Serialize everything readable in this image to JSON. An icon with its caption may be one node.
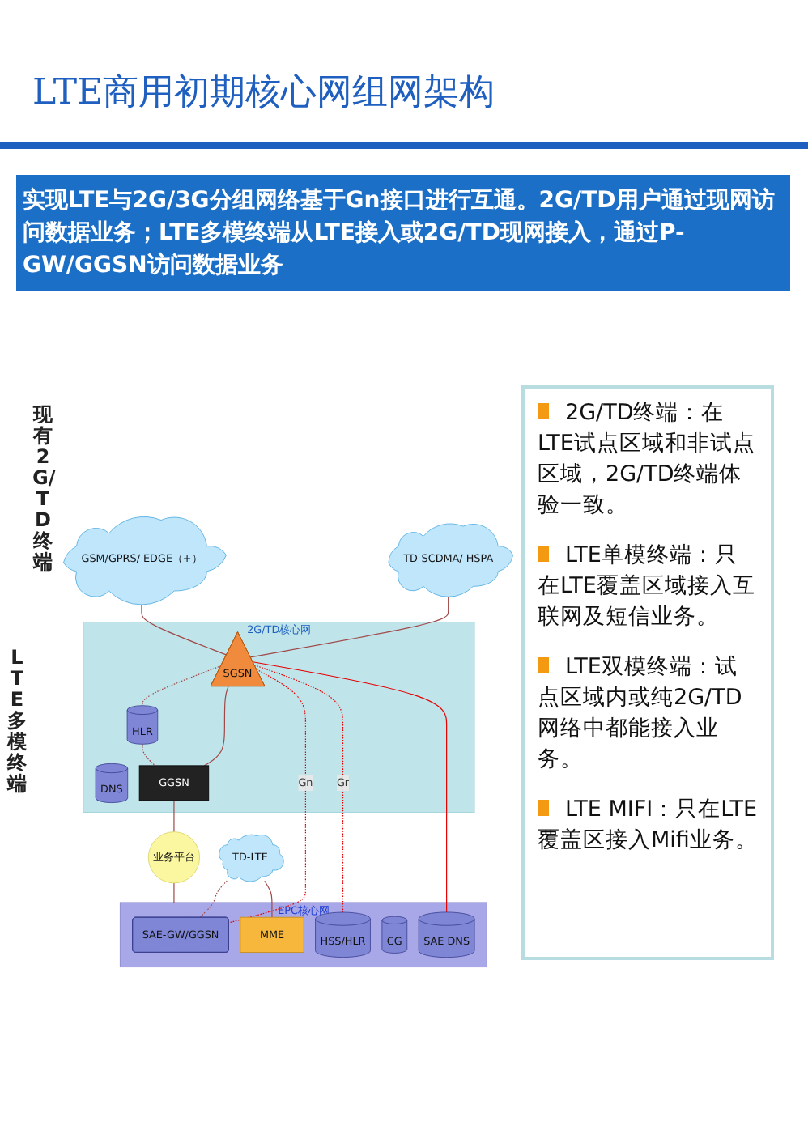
{
  "diagram": {
    "title": "LTE商用初期核心网组网架构",
    "nodes": [
      {
        "text": [
          "2G/TD核心网"
        ]
      },
      {
        "text": [
          "DNS"
        ],
        "in": 0
      },
      {
        "text": [
          "HLR"
        ],
        "in": 0
      },
      {
        "text": [
          "SGSN"
        ],
        "in": 0
      },
      {
        "text": [
          "GGSN"
        ],
        "in": 0
      },
      {
        "text": [
          "业务平台"
        ]
      },
      {
        "text": [
          "EPC核心网"
        ]
      },
      {
        "text": [
          "SAE-GW/GGSN"
        ],
        "in": 6
      },
      {
        "text": [
          "HSS/HLR"
        ],
        "in": 6
      },
      {
        "text": [
          "SAE DNS"
        ],
        "in": 6
      },
      {
        "text": [
          "CG"
        ],
        "in": 6
      },
      {
        "text": [
          "MME"
        ],
        "in": 6
      },
      {
        "text": [
          "GSM/GPRS/ EDGE（+）"
        ]
      },
      {
        "text": [
          "TD-SCDMA/ HSPA"
        ]
      },
      {
        "text": [
          "TD-LTE"
        ]
      }
    ],
    "edges": [
      {
        "from": 12,
        "to": 3,
        "arrow": "none"
      },
      {
        "from": 13,
        "to": 3,
        "arrow": "none"
      },
      {
        "from": 3,
        "to": 2,
        "arrow": "none",
        "style": "dashed"
      },
      {
        "from": 3,
        "to": 4,
        "arrow": "none"
      },
      {
        "from": 2,
        "to": 4,
        "arrow": "none",
        "style": "dashed"
      },
      {
        "from": 4,
        "to": 5,
        "arrow": "none"
      },
      {
        "from": 3,
        "to": 7,
        "arrow": "none",
        "style": "dashed",
        "color": "#e60000",
        "label": "Gn"
      },
      {
        "from": 3,
        "to": 8,
        "arrow": "none",
        "style": "dashed",
        "color": "#e60000",
        "label": "Gr"
      },
      {
        "from": 3,
        "to": 9,
        "arrow": "none",
        "color": "#e60000"
      },
      {
        "from": 5,
        "to": 6,
        "arrow": "none"
      },
      {
        "from": 14,
        "to": 7,
        "arrow": "none",
        "style": "dashed"
      },
      {
        "from": 14,
        "to": 11,
        "arrow": "none"
      }
    ],
    "labels": [
      "实现LTE与2G/3G分组网络基于Gn接口进行互通。2G/TD用户通过现网访问数据业务；LTE多模终端从LTE接入或2G/TD现网接入，通过P-GW/GGSN访问数据业务",
      "现有2G/TD终端",
      "LTE多模终端",
      "2G/TD终端：在LTE试点区域和非试点区域，2G/TD终端体验一致。",
      "LTE单模终端：只在LTE覆盖区域接入互联网及短信业务。",
      "LTE双模终端：试点区域内或纯2G/TD网络中都能接入业务。",
      "LTE MIFI：只在LTE覆盖区接入Mifi业务。"
    ]
  }
}
